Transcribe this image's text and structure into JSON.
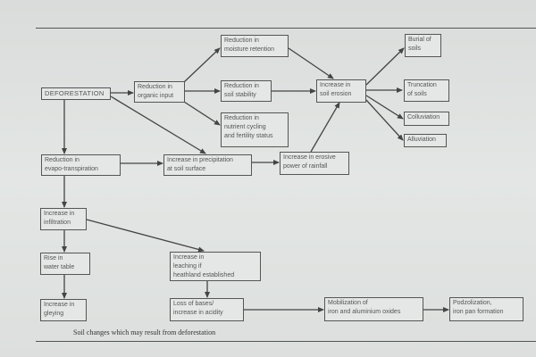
{
  "diagram": {
    "caption": "Soil changes which may result from deforestation",
    "nodes": {
      "deforestation": "DEFORESTATION",
      "organic": "Reduction in\norganic input",
      "moisture": "Reduction in\nmoisture retention",
      "stability": "Reduction in\nsoil stability",
      "nutrient": "Reduction in\nnutrient cycling\nand fertility status",
      "erosion": "Increase in\nsoil erosion",
      "burial": "Burial of\nsoils",
      "truncation": "Truncation\nof soils",
      "colluviation": "Colluviation",
      "alluviation": "Alluviation",
      "evapo": "Reduction in\nevapo-transpiration",
      "precip": "Increase in precipitation\nat soil surface",
      "erosive": "Increase in erosive\npower of rainfall",
      "infiltration": "Increase in\ninfiltration",
      "watertable": "Rise in\nwater table",
      "leaching": "Increase in\nleaching if\nheathland established",
      "gleying": "Increase in\ngleying",
      "bases": "Loss of bases/\nincrease in acidity",
      "mobilization": "Mobilization of\niron and aluminium oxides",
      "podzol": "Podzolization,\niron pan formation"
    }
  }
}
